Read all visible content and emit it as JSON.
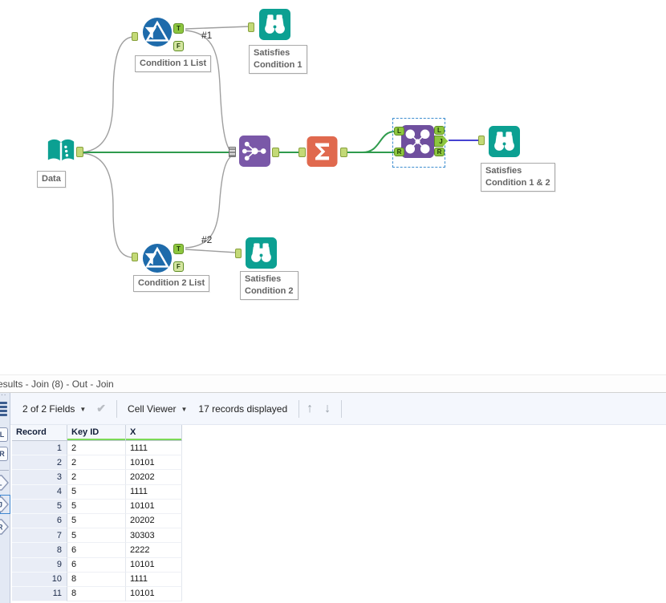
{
  "canvas": {
    "data_label": "Data",
    "filter1_label": "Condition 1 List",
    "filter2_label": "Condition 2 List",
    "browse1_label": [
      "Satisfies",
      "Condition 1"
    ],
    "browse2_label": [
      "Satisfies",
      "Condition 2"
    ],
    "browse3_label": [
      "Satisfies",
      "Condition 1 & 2"
    ],
    "wire1_annotation": "#1",
    "wire2_annotation": "#2",
    "anchors": {
      "t": "T",
      "f": "F",
      "l": "L",
      "r": "R",
      "j": "J"
    }
  },
  "results": {
    "title": "esults - Join (8) - Out - Join",
    "toolbar": {
      "fields_dropdown": "2 of 2 Fields",
      "cell_viewer_dropdown": "Cell Viewer",
      "records_text": "17 records displayed"
    },
    "strip": {
      "input_l": "L",
      "input_r": "R",
      "out_l": "L",
      "out_j": "J",
      "out_r": "R"
    },
    "table": {
      "columns": [
        "Record",
        "Key ID",
        "X"
      ],
      "rows": [
        [
          "1",
          "2",
          "1111"
        ],
        [
          "2",
          "2",
          "10101"
        ],
        [
          "3",
          "2",
          "20202"
        ],
        [
          "4",
          "5",
          "1111"
        ],
        [
          "5",
          "5",
          "10101"
        ],
        [
          "6",
          "5",
          "20202"
        ],
        [
          "7",
          "5",
          "30303"
        ],
        [
          "8",
          "6",
          "2222"
        ],
        [
          "9",
          "6",
          "10101"
        ],
        [
          "10",
          "8",
          "1111"
        ],
        [
          "11",
          "8",
          "10101"
        ]
      ]
    }
  },
  "colors": {
    "wire_green": "#2f9b4d",
    "wire_blue": "#4643d2",
    "wire_gray": "#9f9f9f",
    "tool_teal": "#0ca092",
    "tool_blue": "#1e6bab",
    "tool_purple_union": "#7a58a8",
    "tool_purple_join": "#6f4f9e",
    "tool_salmon": "#e0694e",
    "anchor_green": "#8dc63f",
    "header_underline_green": "#7cd957",
    "selection_blue": "#3e8ed0"
  }
}
